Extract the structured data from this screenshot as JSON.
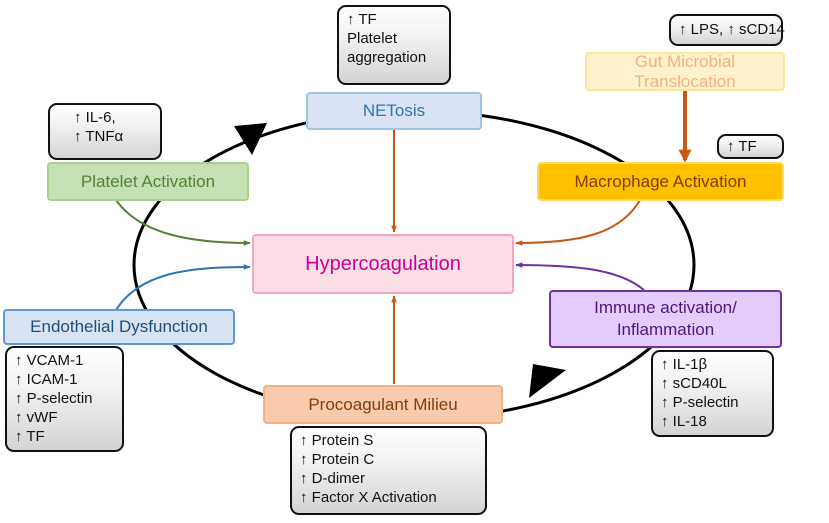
{
  "colors": {
    "orange_arrow": "#c55a11",
    "green_arrow": "#548235",
    "blue_arrow": "#2e75b6",
    "purple_arrow": "#7030a0",
    "cycle": "#000000"
  },
  "nodes": {
    "netosis": {
      "label": "NETosis",
      "fill": "#dae3f3",
      "border": "#9dc3e6",
      "text": "#2e75b6"
    },
    "gut": {
      "label": "Gut Microbial Translocation",
      "fill": "#fff2cc",
      "border": "#ffe699",
      "text": "#f4b183"
    },
    "platelet": {
      "label": "Platelet Activation",
      "fill": "#c5e0b4",
      "border": "#a9d18e",
      "text": "#548235"
    },
    "macrophage": {
      "label": "Macrophage Activation",
      "fill": "#ffc000",
      "border": "#ffd966",
      "text": "#843c0c"
    },
    "hyper": {
      "label": "Hypercoagulation",
      "fill": "#fbdde6",
      "border": "#f4a6c0",
      "text": "#cc0099"
    },
    "endothelial": {
      "label": "Endothelial Dysfunction",
      "fill": "#dae3f3",
      "border": "#5b9bd5",
      "text": "#1f4e79"
    },
    "immune": {
      "lines": [
        "Immune activation/",
        "Inflammation"
      ],
      "fill": "#e4ccff",
      "border": "#7030a0",
      "text": "#4b1a78"
    },
    "procoag": {
      "label": "Procoagulant Milieu",
      "fill": "#f8cbad",
      "border": "#f4b183",
      "text": "#843c0c"
    }
  },
  "notes": {
    "netosis": [
      "↑ TF",
      "Platelet",
      "aggregation"
    ],
    "gut": [
      "↑ LPS, ↑ sCD14"
    ],
    "platelet": [
      "↑ IL-6,",
      "↑ TNFα"
    ],
    "macrophage": [
      "↑ TF"
    ],
    "endothelial": [
      "↑ VCAM-1",
      "↑ ICAM-1",
      "↑ P-selectin",
      "↑ vWF",
      "↑ TF"
    ],
    "immune": [
      "↑ IL-1β",
      "↑ sCD40L",
      "↑ P-selectin",
      "↑ IL-18"
    ],
    "procoag": [
      "↑ Protein S",
      "↑ Protein C",
      "↑ D-dimer",
      "↑ Factor X Activation"
    ]
  }
}
